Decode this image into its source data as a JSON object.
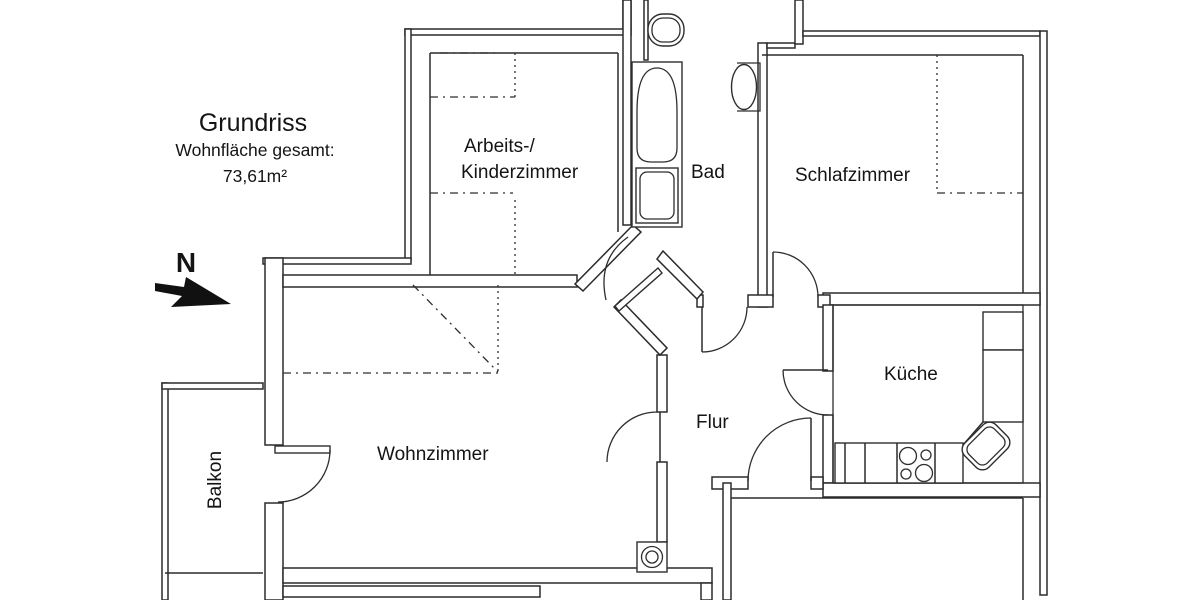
{
  "title": {
    "heading": "Grundriss",
    "subtitle": "Wohnfläche gesamt:",
    "area": "73,61m²"
  },
  "compass": {
    "label": "N"
  },
  "rooms": [
    {
      "id": "arbeits-kinderzimmer",
      "label_line1": "Arbeits-/",
      "label_line2": "Kinderzimmer"
    },
    {
      "id": "bad",
      "label": "Bad"
    },
    {
      "id": "schlafzimmer",
      "label": "Schlafzimmer"
    },
    {
      "id": "kueche",
      "label": "Küche"
    },
    {
      "id": "flur",
      "label": "Flur"
    },
    {
      "id": "wohnzimmer",
      "label": "Wohnzimmer"
    },
    {
      "id": "balkon",
      "label": "Balkon"
    }
  ],
  "fixtures": [
    "toilet",
    "bathtub",
    "shower",
    "washbasin",
    "kitchen-counter",
    "cooktop",
    "kitchen-sink",
    "column"
  ],
  "colors": {
    "line": "#2b2b2b",
    "background": "#ffffff",
    "text": "#141414"
  }
}
